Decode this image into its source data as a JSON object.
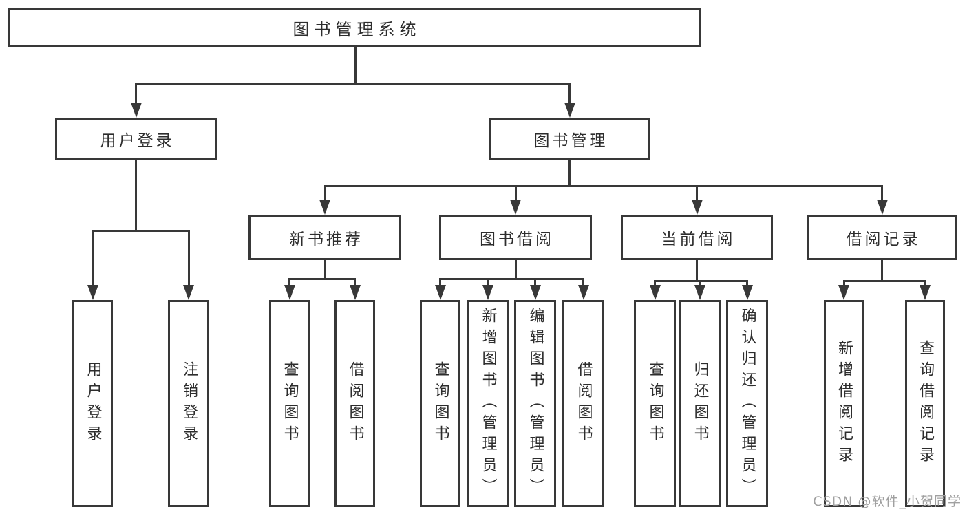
{
  "tree": {
    "label": "图书管理系统",
    "children": [
      {
        "label": "用户登录",
        "children": [
          {
            "label": "用户登录"
          },
          {
            "label": "注销登录"
          }
        ]
      },
      {
        "label": "图书管理",
        "children": [
          {
            "label": "新书推荐",
            "children": [
              {
                "label": "查询图书"
              },
              {
                "label": "借阅图书"
              }
            ]
          },
          {
            "label": "图书借阅",
            "children": [
              {
                "label": "查询图书"
              },
              {
                "label": "新增图书（管理员）"
              },
              {
                "label": "编辑图书（管理员）"
              },
              {
                "label": "借阅图书"
              }
            ]
          },
          {
            "label": "当前借阅",
            "children": [
              {
                "label": "查询图书"
              },
              {
                "label": "归还图书"
              },
              {
                "label": "确认归还（管理员）"
              }
            ]
          },
          {
            "label": "借阅记录",
            "children": [
              {
                "label": "新增借阅记录"
              },
              {
                "label": "查询借阅记录"
              }
            ]
          }
        ]
      }
    ]
  },
  "watermark": "CSDN @软件_小贺同学",
  "colors": {
    "line": "#383838",
    "text": "#2d2d2d",
    "box_bg": "#ffffff",
    "watermark": "#a0a0a0"
  }
}
